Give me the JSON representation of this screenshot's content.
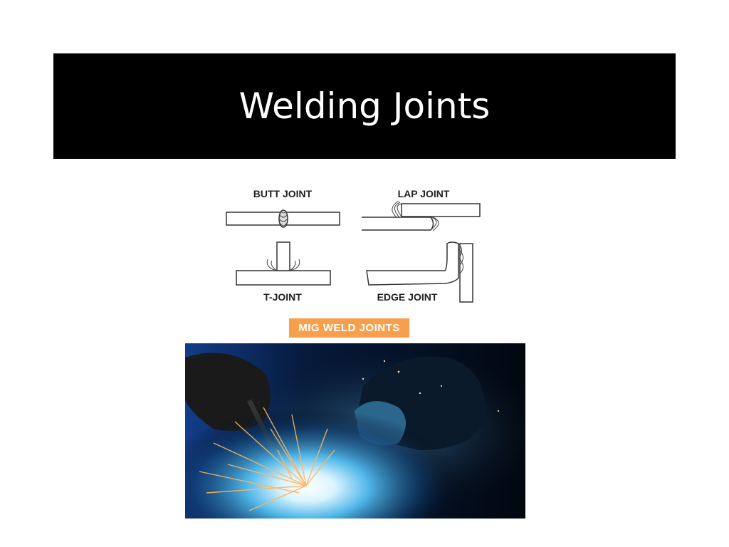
{
  "slide": {
    "title": "Welding Joints"
  },
  "diagram": {
    "labels": {
      "butt": "BUTT JOINT",
      "lap": "LAP JOINT",
      "t": "T-JOINT",
      "edge": "EDGE JOINT"
    },
    "badge_text": "MIG WELD JOINTS",
    "badge_color": "#f6a04d"
  },
  "photo": {
    "subject": "welder-photo"
  }
}
